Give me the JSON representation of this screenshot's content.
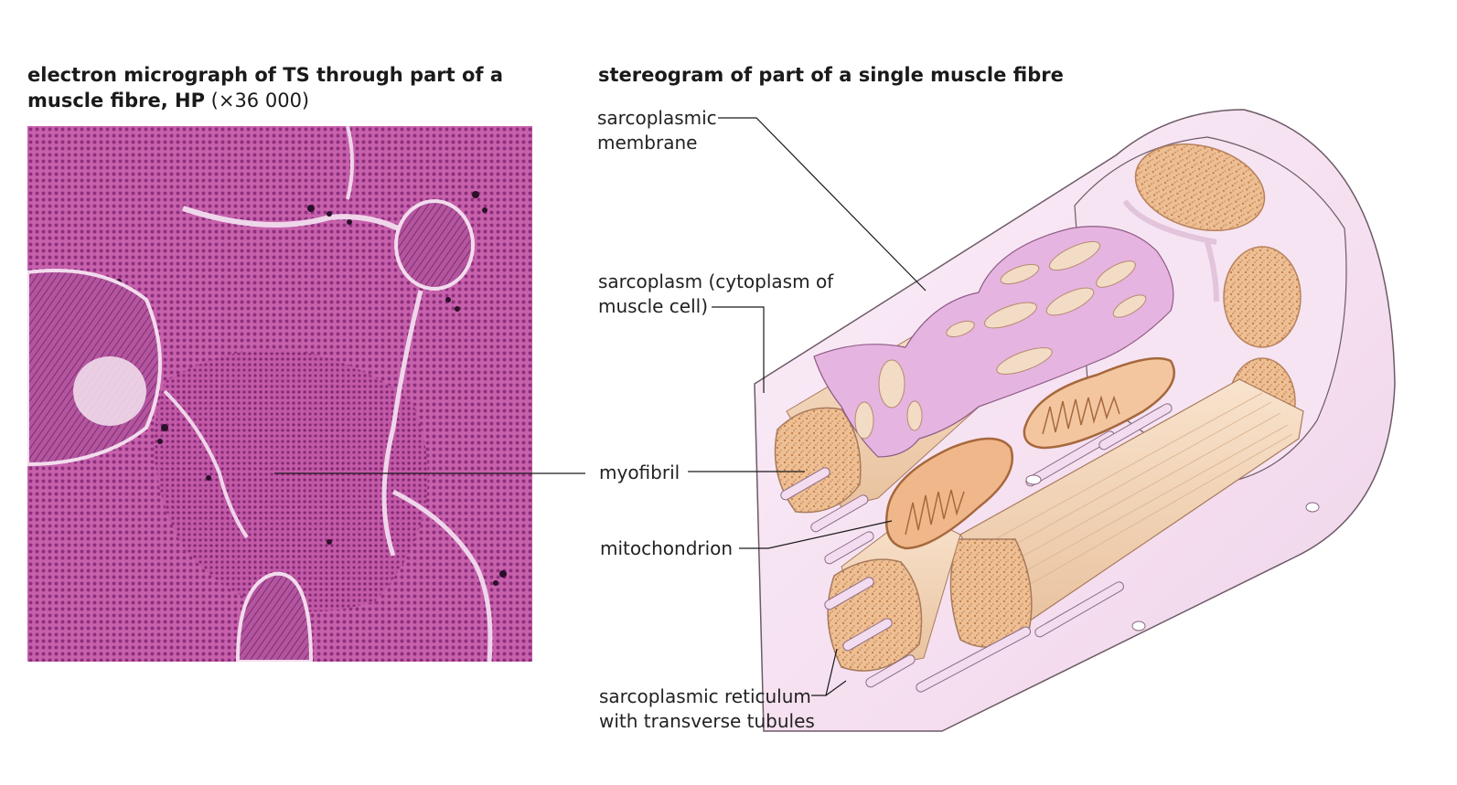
{
  "left_panel": {
    "title_line1": "electron micrograph of TS through part of a",
    "title_line2_bold": "muscle fibre,  HP",
    "title_line2_normal": " (×36 000)"
  },
  "right_panel": {
    "title": "stereogram of part of a single muscle fibre"
  },
  "labels": {
    "sarcoplasmic_membrane_1": "sarcoplasmic",
    "sarcoplasmic_membrane_2": "membrane",
    "sarcoplasm_1": "sarcoplasm (cytoplasm of",
    "sarcoplasm_2": "muscle cell)",
    "myofibril": "myofibril",
    "mitochondrion": "mitochondrion",
    "reticulum_1": "sarcoplasmic reticulum",
    "reticulum_2": "with transverse tubules"
  },
  "colors": {
    "micrograph_pink": "#c25aa8",
    "reticulum_pink": "#e6b4e0",
    "myofibril_tan": "#f1d2b0",
    "mitochondrion_orange": "#e8a46c",
    "outline": "#7a5b6f"
  }
}
